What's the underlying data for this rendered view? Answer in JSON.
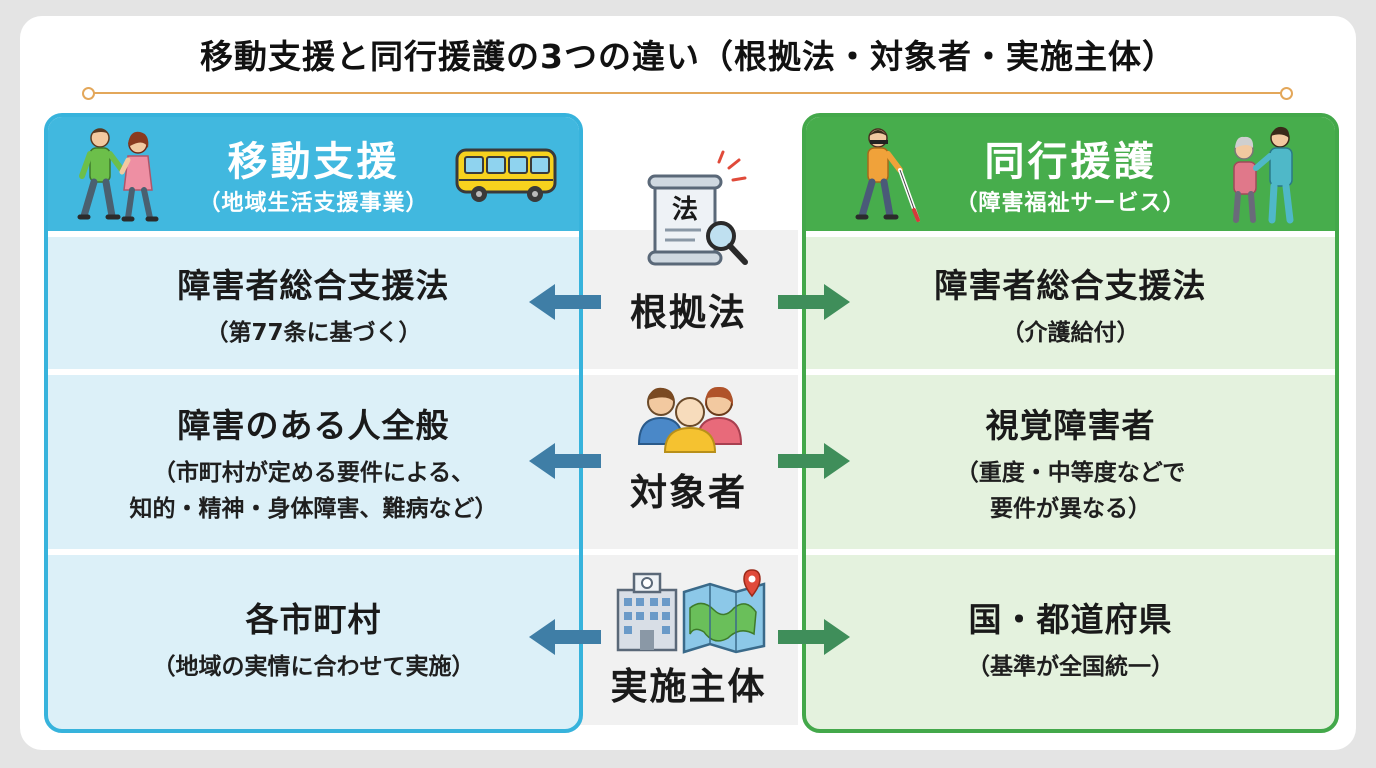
{
  "title": "移動支援と同行援護の3つの違い（根拠法・対象者・実施主体）",
  "left": {
    "title": "移動支援",
    "subtitle": "（地域生活支援事業）",
    "rows": [
      {
        "main": "障害者総合支援法",
        "sub": "（第77条に基づく）"
      },
      {
        "main": "障害のある人全般",
        "sub": "（市町村が定める要件による、\n知的・精神・身体障害、難病など）"
      },
      {
        "main": "各市町村",
        "sub": "（地域の実情に合わせて実施）"
      }
    ]
  },
  "right": {
    "title": "同行援護",
    "subtitle": "（障害福祉サービス）",
    "rows": [
      {
        "main": "障害者総合支援法",
        "sub": "（介護給付）"
      },
      {
        "main": "視覚障害者",
        "sub": "（重度・中等度などで\n要件が異なる）"
      },
      {
        "main": "国・都道府県",
        "sub": "（基準が全国統一）"
      }
    ]
  },
  "categories": [
    {
      "label": "根拠法",
      "icon": "law-document-icon",
      "icon_text": "法"
    },
    {
      "label": "対象者",
      "icon": "people-group-icon"
    },
    {
      "label": "実施主体",
      "icon": "building-map-icon"
    }
  ],
  "icons": {
    "left_header": [
      "walking-pair-icon",
      "bus-icon"
    ],
    "right_header": [
      "cane-walker-icon",
      "caregiver-elder-icon"
    ]
  },
  "colors": {
    "left_accent": "#41b8df",
    "right_accent": "#47ad4c",
    "left_arrow": "#3f7ea6",
    "right_arrow": "#3f8e5a",
    "title_rule": "#e3a75a"
  }
}
